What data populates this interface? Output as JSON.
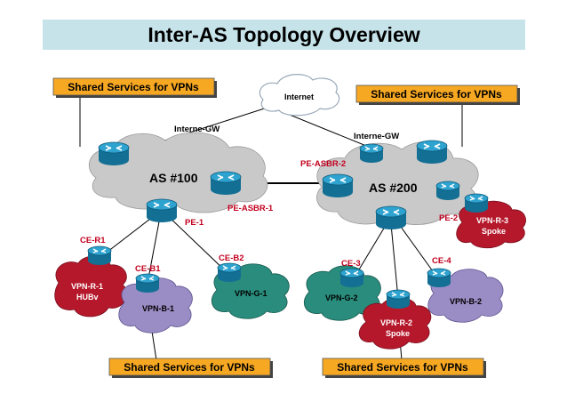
{
  "title": "Inter-AS Topology Overview",
  "shared_services": {
    "top_left": "Shared Services for VPNs",
    "top_right": "Shared Services for VPNs",
    "bottom_left": "Shared Services for VPNs",
    "bottom_right": "Shared Services for VPNs"
  },
  "internet": "Internet",
  "as": {
    "left": "AS #100",
    "right": "AS #200"
  },
  "routers": {
    "gw_left": "Interne-GW",
    "gw_right": "Interne-GW",
    "pe_asbr1": "PE-ASBR-1",
    "pe_asbr2": "PE-ASBR-2",
    "pe1": "PE-1",
    "pe2": "PE-2",
    "ce_r1": "CE-R1",
    "ce_b1": "CE-B1",
    "ce_b2": "CE-B2",
    "ce3": "CE-3",
    "ce4": "CE-4"
  },
  "vpns": {
    "vpn_r1_line1": "VPN-R-1",
    "vpn_r1_line2": "HUBv",
    "vpn_b1": "VPN-B-1",
    "vpn_g1": "VPN-G-1",
    "vpn_g2": "VPN-G-2",
    "vpn_r2_line1": "VPN-R-2",
    "vpn_r2_line2": "Spoke",
    "vpn_b2": "VPN-B-2",
    "vpn_r3_line1": "VPN-R-3",
    "vpn_r3_line2": "Spoke"
  },
  "colors": {
    "box_fill": "#f7a823",
    "as_cloud": "#c9c9c9",
    "router": "#1f8fb8",
    "vpn_red": "#b5182b",
    "vpn_purple": "#9a8cc4",
    "vpn_teal": "#2a8c7c",
    "red_label": "#c2001e"
  }
}
